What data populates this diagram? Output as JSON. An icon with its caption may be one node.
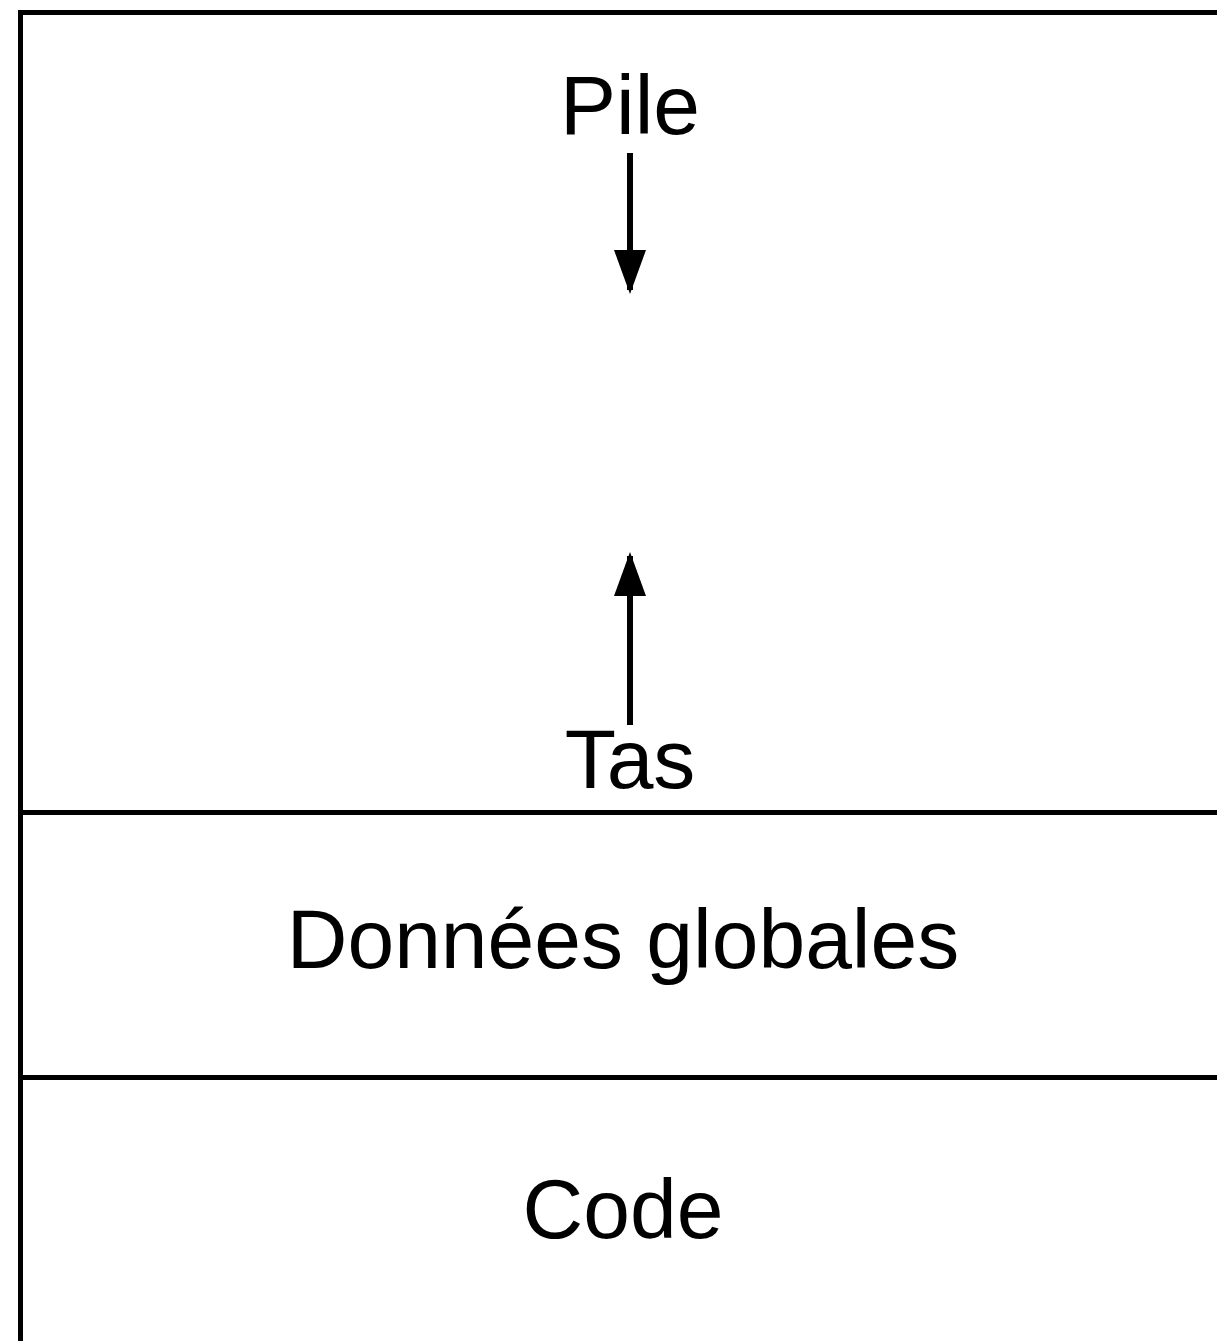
{
  "diagram": {
    "nodes": [
      {
        "text": [],
        "shape": "box"
      },
      {
        "text": [
          "Pile"
        ],
        "in": 0
      },
      {
        "text": [
          "Tas"
        ],
        "in": 0
      },
      {
        "text": [
          "Données globales"
        ]
      },
      {
        "text": [
          "Code"
        ]
      }
    ],
    "edges": [
      {
        "from": 1,
        "to": null,
        "arrow": "to"
      },
      {
        "from": 2,
        "to": null,
        "arrow": "to"
      }
    ]
  }
}
